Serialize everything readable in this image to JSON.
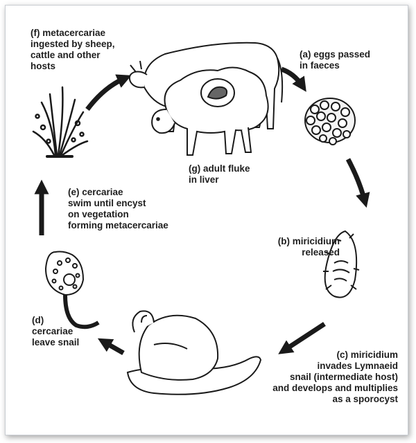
{
  "diagram": {
    "stages": {
      "f": "(f) metacercariae\ningested by sheep,\ncattle and other\nhosts",
      "a": "(a) eggs passed\nin faeces",
      "g": "(g) adult fluke\nin liver",
      "e": "(e) cercariae\nswim until encyst\non vegetation\nforming metacercariae",
      "b": "(b) miricidium\nreleased",
      "d": "(d)\ncercariae\nleave snail",
      "c": "(c) miricidium\ninvades Lymnaeid\nsnail (intermediate host)\nand develops and multiplies\nas a sporocyst"
    }
  }
}
